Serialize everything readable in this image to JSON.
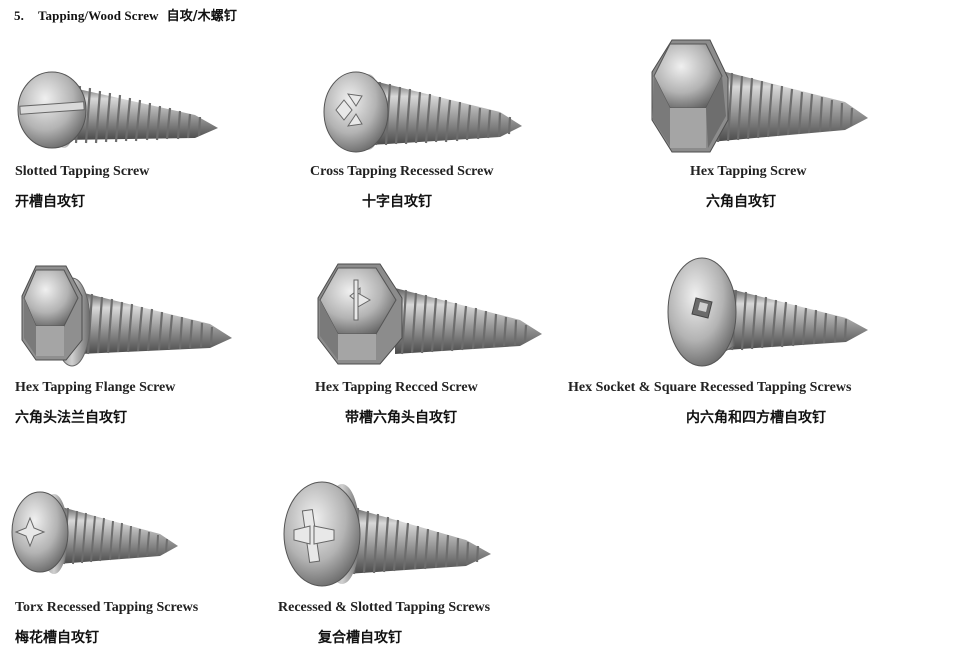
{
  "section": {
    "number": "5.",
    "title_en": "Tapping/Wood Screw",
    "title_zh": "自攻/木螺钉"
  },
  "screws": [
    {
      "name": "Slotted Tapping Screw",
      "name_zh": "开槽自攻钉",
      "head": "pan",
      "drive": "slot"
    },
    {
      "name": "Cross Tapping Recessed Screw",
      "name_zh": "十字自攻钉",
      "head": "pan",
      "drive": "cross"
    },
    {
      "name": "Hex Tapping Screw",
      "name_zh": "六角自攻钉",
      "head": "hex",
      "drive": "none"
    },
    {
      "name": "Hex Tapping Flange Screw",
      "name_zh": "六角头法兰自攻钉",
      "head": "hex-flange",
      "drive": "none"
    },
    {
      "name": "Hex Tapping Recced Screw",
      "name_zh": "带槽六角头自攻钉",
      "head": "hex",
      "drive": "combo"
    },
    {
      "name": "Hex Socket & Square Recessed Tapping Screws",
      "name_zh": "内六角和四方槽自攻钉",
      "head": "countersunk",
      "drive": "square"
    },
    {
      "name": "Torx Recessed Tapping Screws",
      "name_zh": "梅花槽自攻钉",
      "head": "pan",
      "drive": "torx"
    },
    {
      "name": "Recessed & Slotted Tapping Screws",
      "name_zh": "复合槽自攻钉",
      "head": "pan",
      "drive": "combo"
    }
  ]
}
